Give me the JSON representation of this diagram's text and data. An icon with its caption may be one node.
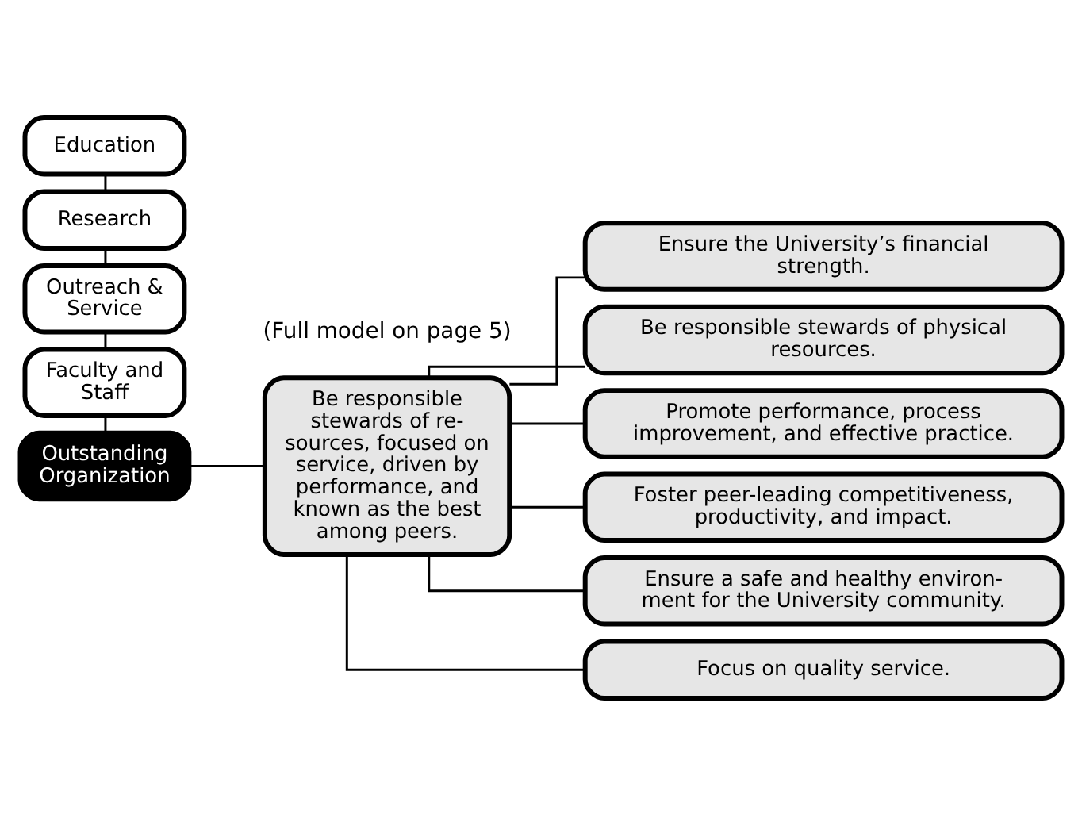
{
  "diagram": {
    "nodes": [
      {
        "text": [
          "Education"
        ]
      },
      {
        "text": [
          "Research"
        ]
      },
      {
        "text": [
          "Outreach & Service"
        ]
      },
      {
        "text": [
          "Faculty and Staff"
        ]
      },
      {
        "text": [
          "Outstanding Organization"
        ]
      },
      {
        "text": [
          "Be responsible stewards of re- sources, focused on service, driven by performance, and known as the best among peers."
        ]
      },
      {
        "text": [
          "Ensure the University’s financial strength."
        ]
      },
      {
        "text": [
          "Be responsible stewards of physical resources."
        ]
      },
      {
        "text": [
          "Promote performance, process improvement, and effective practice."
        ]
      },
      {
        "text": [
          "Foster peer-leading competitiveness, productivity, and impact."
        ]
      },
      {
        "text": [
          "Ensure a safe and healthy environ- ment for the University community."
        ]
      },
      {
        "text": [
          "Focus on quality service."
        ]
      }
    ],
    "edges": [
      {
        "from": 0,
        "to": 1,
        "arrow": "none"
      },
      {
        "from": 1,
        "to": 2,
        "arrow": "none"
      },
      {
        "from": 2,
        "to": 3,
        "arrow": "none"
      },
      {
        "from": 3,
        "to": 4,
        "arrow": "none"
      },
      {
        "from": 4,
        "to": 5,
        "arrow": "none"
      },
      {
        "from": 5,
        "to": 6,
        "arrow": "none"
      },
      {
        "from": 5,
        "to": 7,
        "arrow": "none"
      },
      {
        "from": 5,
        "to": 8,
        "arrow": "none"
      },
      {
        "from": 5,
        "to": 9,
        "arrow": "none"
      },
      {
        "from": 5,
        "to": 10,
        "arrow": "none"
      },
      {
        "from": 5,
        "to": 11,
        "arrow": "none"
      }
    ],
    "labels": [
      "(Full model on page 5)"
    ]
  }
}
